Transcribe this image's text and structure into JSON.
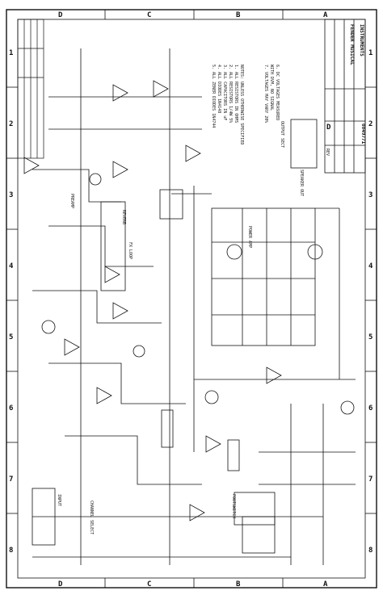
{
  "drawing": {
    "zone_letters": [
      "A",
      "B",
      "C",
      "D"
    ],
    "zone_numbers": [
      "1",
      "2",
      "3",
      "4",
      "5",
      "6",
      "7",
      "8"
    ],
    "title_block": {
      "company_lines": [
        "FENDER MUSICAL",
        "INSTRUMENTS"
      ],
      "part_number": "0049771",
      "sheet_size": "D",
      "revision": "REV"
    },
    "notes": {
      "header": "NOTES: UNLESS OTHERWISE SPECIFIED",
      "lines": [
        "1. ALL RESISTORS IN OHMS",
        "2. ALL RESISTORS 1/4W 5%",
        "3. ALL CAPACITORS IN uF",
        "4. ALL DIODES 1N4148",
        "5. ALL ZENER DIODES 1N4744",
        "6. DC VOLTAGES MEASURED",
        "   WITH DVM, NO SIGNAL",
        "7. VOLTAGES MAY VARY 20%"
      ]
    },
    "labels": {
      "output_section": "OUTPUT SECT",
      "power_amp": "POWER AMP",
      "reverb": "REVERB",
      "preamp": "PREAMP",
      "fx_loop": "FX LOOP",
      "speaker_out": "SPEAKER OUT",
      "footswitch": "FOOTSWITCH",
      "channel_select": "CHANNEL SELECT",
      "input": "INPUT"
    }
  }
}
